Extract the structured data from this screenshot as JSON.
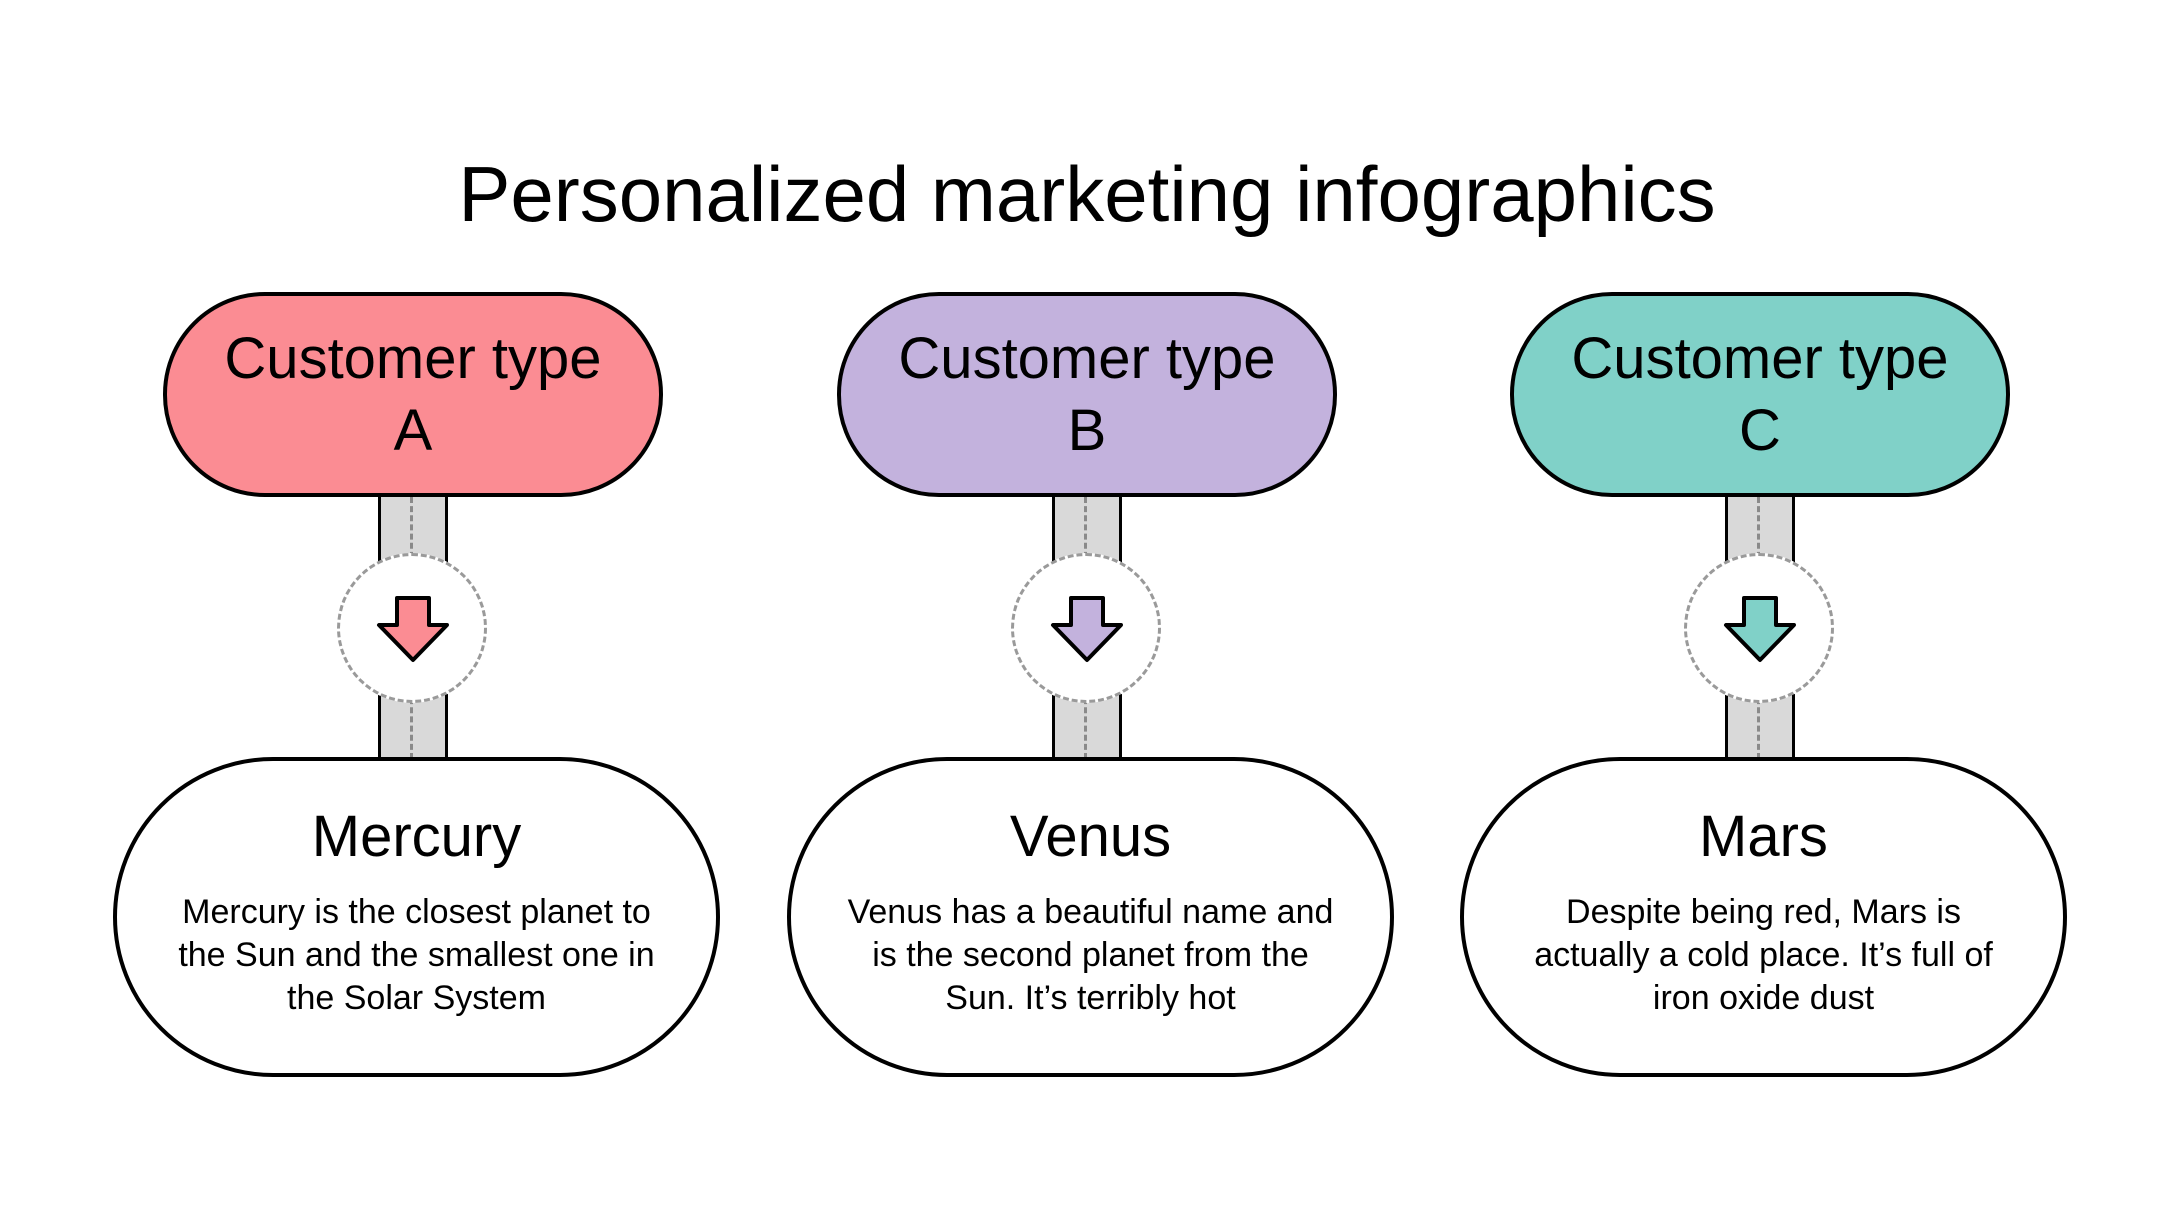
{
  "title": "Personalized marketing infographics",
  "colors": {
    "type_a": "#fb8c93",
    "type_b": "#c3b2dd",
    "type_c": "#80d1c8",
    "connector": "#d9d9d9",
    "outline": "#000000"
  },
  "customers": [
    {
      "label": "Customer type\nA",
      "planet": "Mercury",
      "description": "Mercury is the closest planet to the Sun and the smallest one in the Solar System",
      "icon": "arrow-down-icon"
    },
    {
      "label": "Customer type\nB",
      "planet": "Venus",
      "description": "Venus has a beautiful name and is the second planet from the Sun. It’s terribly hot",
      "icon": "arrow-down-icon"
    },
    {
      "label": "Customer type\nC",
      "planet": "Mars",
      "description": "Despite being red, Mars is actually a cold place. It’s full of iron oxide dust",
      "icon": "arrow-down-icon"
    }
  ]
}
